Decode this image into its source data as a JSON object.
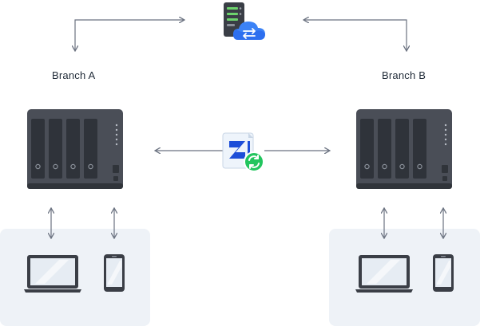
{
  "branches": [
    {
      "id": "a",
      "label": "Branch A"
    },
    {
      "id": "b",
      "label": "Branch B"
    }
  ],
  "colors": {
    "background": "#ffffff",
    "panel": "#eef2f7",
    "nas_body": "#4a4e57",
    "nas_bay": "#2f333a",
    "arrow": "#6b7280",
    "cloud_blue": "#3b82f6",
    "sync_green": "#22c55e"
  },
  "icons": [
    "cloud-server-icon",
    "nas-icon",
    "laptop-icon",
    "phone-icon",
    "drive-sync-app-icon"
  ]
}
